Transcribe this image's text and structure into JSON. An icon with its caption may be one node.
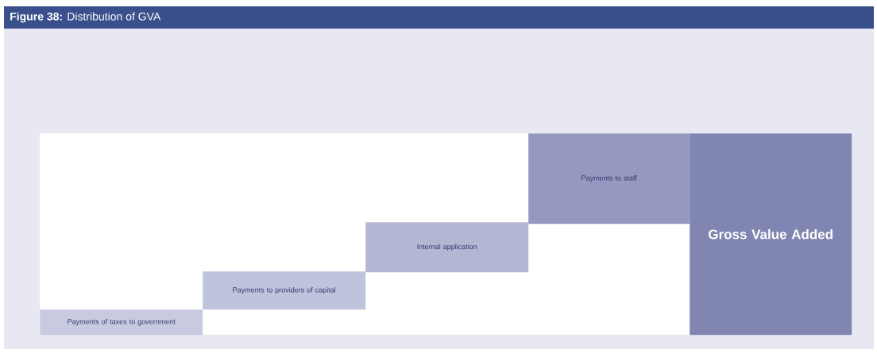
{
  "diagram": {
    "title": "**Figure 38:** Distribution of GVA",
    "nodes": [
      {
        "text": [
          "Payments of taxes to government"
        ]
      },
      {
        "text": [
          "Payments to providers of capital"
        ]
      },
      {
        "text": [
          "Internal application"
        ]
      },
      {
        "text": [
          "Payments to staff"
        ]
      },
      {
        "text": [
          "Gross Value Added"
        ]
      }
    ]
  }
}
